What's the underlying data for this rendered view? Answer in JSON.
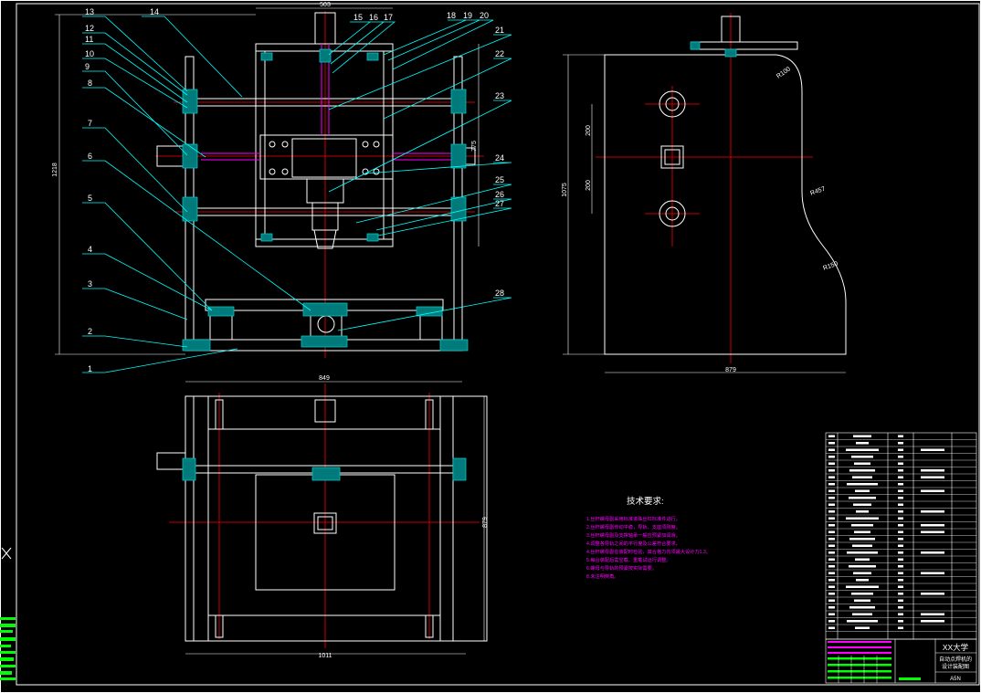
{
  "colors": {
    "background": "#000000",
    "outline": "#ffffff",
    "leader": "#00ffff",
    "centerline": "#ff0000",
    "hidden": "#ff00ff",
    "hatch": "#00c8c8",
    "titleblock_accent": "#00ff00"
  },
  "balloons": [
    "1",
    "2",
    "3",
    "4",
    "5",
    "6",
    "7",
    "8",
    "9",
    "10",
    "11",
    "12",
    "13",
    "14",
    "15",
    "16",
    "17",
    "18",
    "19",
    "20",
    "21",
    "22",
    "23",
    "24",
    "25",
    "26",
    "27",
    "28"
  ],
  "dimensions": {
    "front_top_width": "503",
    "front_height": "1218",
    "front_inner_height": "775",
    "front_base_width": "849",
    "side_radius_top": "R100",
    "side_pitch_upper": "200",
    "side_pitch_lower": "200",
    "side_height": "1075",
    "side_radius_mid": "R457",
    "side_radius_bottom": "R150",
    "side_width": "879",
    "top_depth": "879",
    "top_width": "1011"
  },
  "requirements": {
    "title": "技术要求:",
    "items": [
      "1.丝杆螺母副采用标准滚珠丝杠标准件进行。",
      "2.丝杆螺母副传动平稳，导轨、支座须刚度。",
      "3.丝杆螺母副及支撑轴承一般应预紧加润滑。",
      "4.调整各导轨之间的平行度及公差符合要求。",
      "4.丝杆螺母副在装配时检验，其合格力内须最大设计力1.3。",
      "5.每台装配后需空载、重载试运行调整。",
      "6.螺母与导轨的预紧按实际需要。",
      "8.未注明倒角。"
    ]
  },
  "titleblock": {
    "school": "XX大学",
    "drawing_title_1": "自动点焊机的",
    "drawing_title_2": "设计装配图",
    "drawing_code": "A5N"
  }
}
